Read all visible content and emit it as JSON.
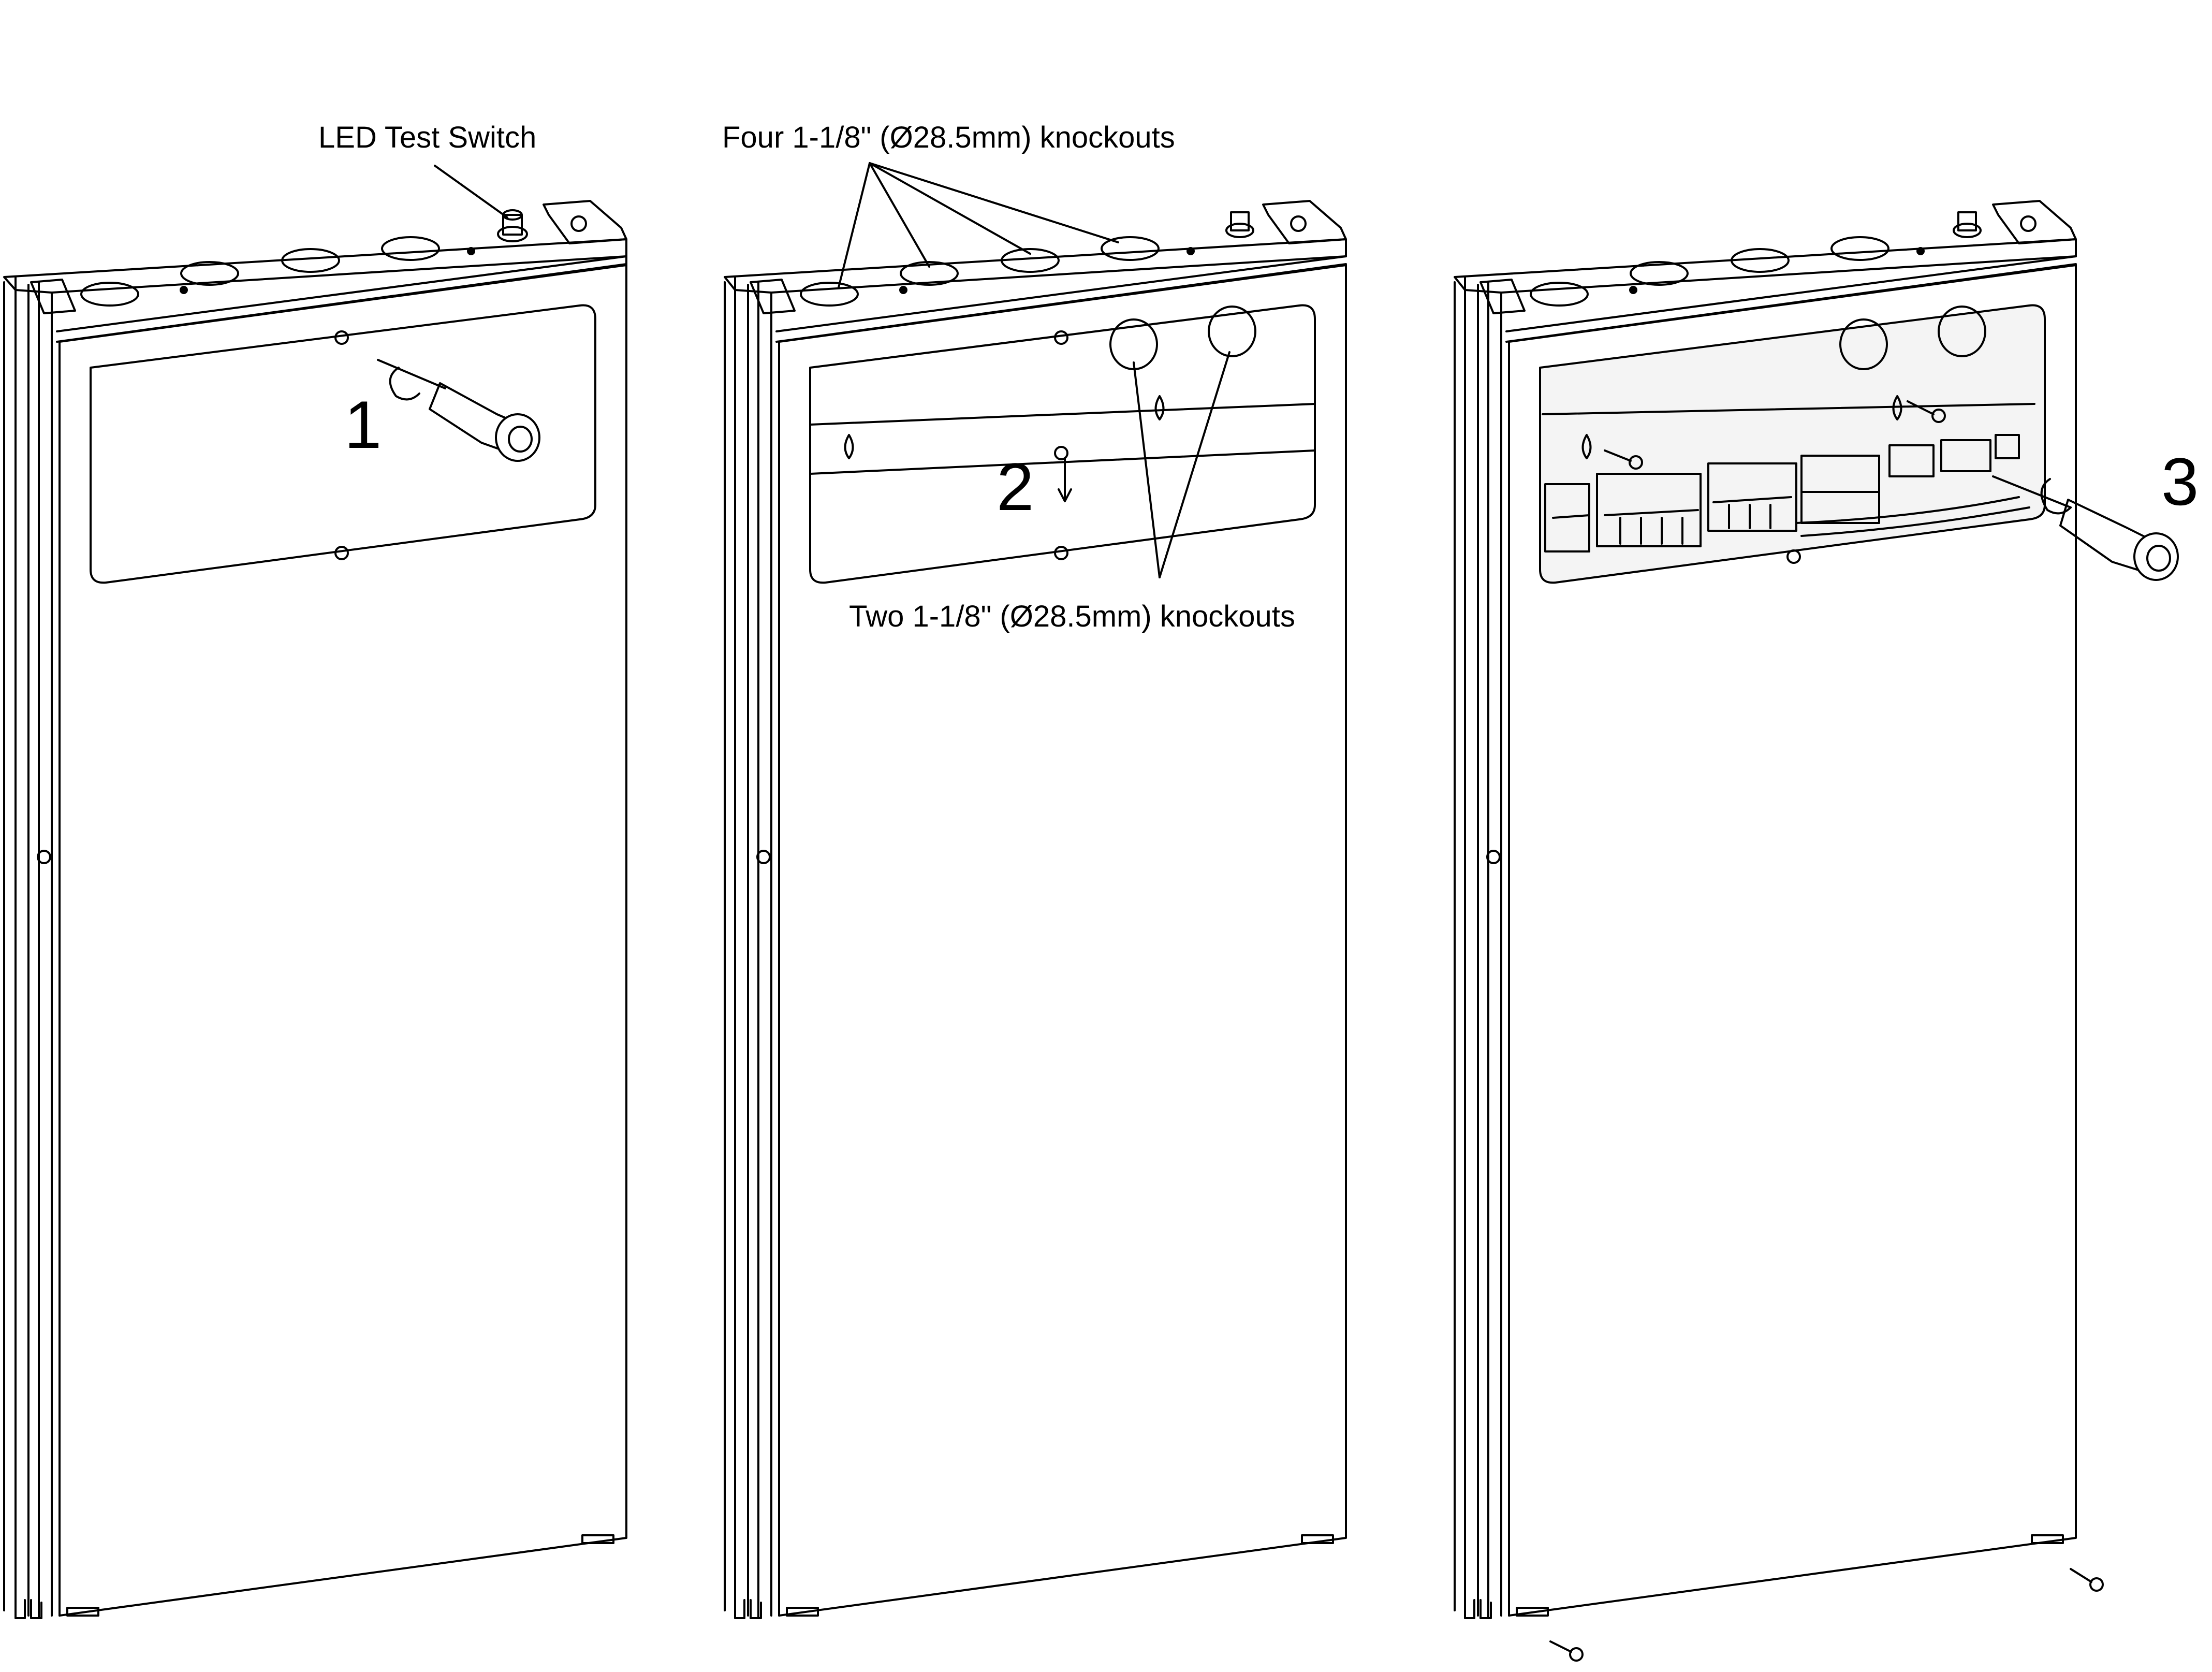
{
  "labels": {
    "led_test_switch": "LED Test Switch",
    "four_knockouts": "Four 1-1/8\" (Ø28.5mm) knockouts",
    "two_knockouts": "Two 1-1/8\" (Ø28.5mm) knockouts"
  },
  "steps": {
    "step1": "1",
    "step2": "2",
    "step3": "3"
  },
  "colors": {
    "line": "#000000",
    "background": "#ffffff",
    "panel_fill": "#ffffff",
    "interior_fill": "#f4f4f4"
  }
}
